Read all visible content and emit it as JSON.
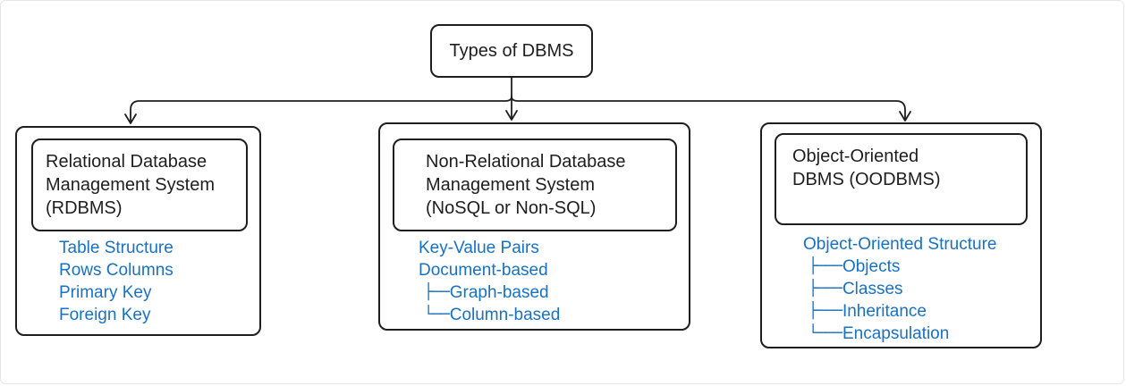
{
  "root": {
    "title": "Types of DBMS"
  },
  "categories": [
    {
      "title_lines": [
        "Relational Database",
        "Management System",
        "(RDBMS)"
      ],
      "items": [
        "Table Structure",
        "Rows Columns",
        "Primary Key",
        "Foreign Key"
      ]
    },
    {
      "title_lines": [
        "Non-Relational Database",
        "Management System",
        "(NoSQL or Non-SQL)"
      ],
      "items": [
        "Key-Value Pairs",
        "Document-based"
      ],
      "sub_items": [
        {
          "branch": "├──",
          "label": "Graph-based"
        },
        {
          "branch": "└──",
          "label": "Column-based"
        }
      ]
    },
    {
      "title_lines": [
        "Object-Oriented",
        "DBMS (OODBMS)"
      ],
      "items": [
        "Object-Oriented Structure"
      ],
      "sub_items": [
        {
          "branch": "├───",
          "label": "Objects"
        },
        {
          "branch": "├───",
          "label": "Classes"
        },
        {
          "branch": "├───",
          "label": "Inheritance"
        },
        {
          "branch": "└───",
          "label": "Encapsulation"
        }
      ]
    }
  ],
  "colors": {
    "stroke": "#1e1e1e",
    "list_text": "#1971c2"
  }
}
